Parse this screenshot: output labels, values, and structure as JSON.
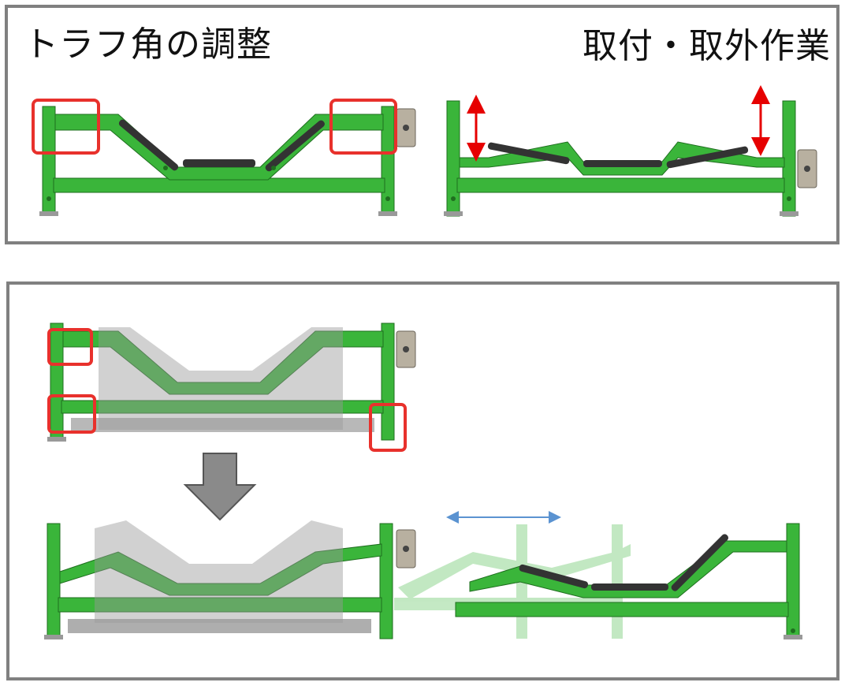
{
  "panels": {
    "top": {
      "title": "トラフ角の調整"
    },
    "bottom": {
      "title": "取付・取外作業"
    }
  },
  "colors": {
    "frame_green": "#3ab53a",
    "frame_dark": "#1f6e1f",
    "roller_dark": "#333333",
    "highlight_red": "#e8312c",
    "arrow_red": "#e60000",
    "arrow_blue": "#5b93d1",
    "ghost_gray": "#9a9a9a",
    "down_arrow_gray": "#8a8a8a",
    "panel_border": "#808080"
  },
  "icons": {
    "vertical_adjust_arrow": "double-headed-vertical-arrow",
    "horizontal_slide_arrow": "double-headed-horizontal-arrow",
    "step_arrow": "down-arrow"
  }
}
